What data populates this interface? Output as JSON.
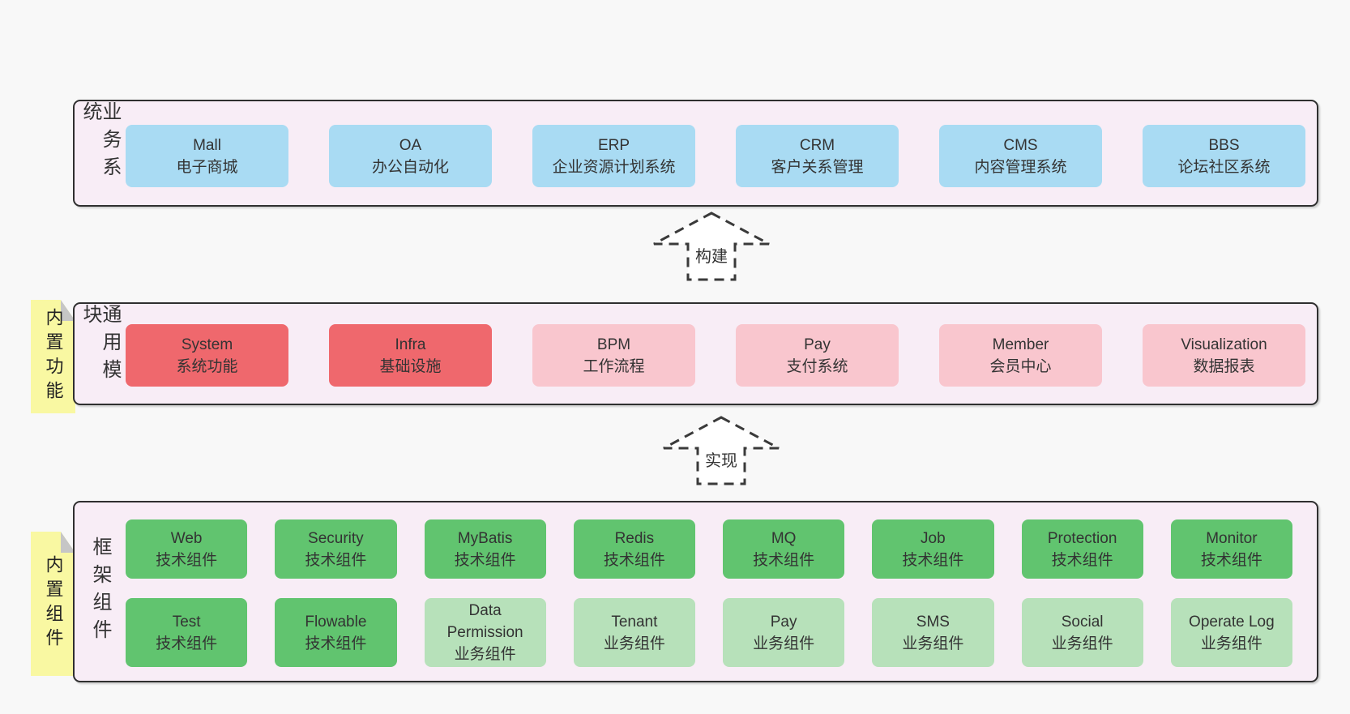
{
  "palette": {
    "page_background": "#f8f8f8",
    "band_fill": "#f8edf6",
    "band_border": "#2f2f2f",
    "blue": "#a9dbf3",
    "red": "#ef686d",
    "pink": "#f9c6ce",
    "green": "#61c46f",
    "light_green": "#b7e1ba",
    "sticky_yellow": "#f9f8a2",
    "sticky_fold": "#c6c6c6",
    "text": "#333333"
  },
  "stickies": [
    {
      "label": "内置功能"
    },
    {
      "label": "内置组件"
    }
  ],
  "arrows": [
    {
      "label": "构建"
    },
    {
      "label": "实现"
    }
  ],
  "layers": [
    {
      "label": "业务系统",
      "rows": [
        [
          {
            "name": "Mall",
            "desc": "电子商城",
            "variant": "blue"
          },
          {
            "name": "OA",
            "desc": "办公自动化",
            "variant": "blue"
          },
          {
            "name": "ERP",
            "desc": "企业资源计划系统",
            "variant": "blue"
          },
          {
            "name": "CRM",
            "desc": "客户关系管理",
            "variant": "blue"
          },
          {
            "name": "CMS",
            "desc": "内容管理系统",
            "variant": "blue"
          },
          {
            "name": "BBS",
            "desc": "论坛社区系统",
            "variant": "blue"
          }
        ]
      ]
    },
    {
      "label": "通用模块",
      "sticky": "内置功能",
      "rows": [
        [
          {
            "name": "System",
            "desc": "系统功能",
            "variant": "red"
          },
          {
            "name": "Infra",
            "desc": "基础设施",
            "variant": "red"
          },
          {
            "name": "BPM",
            "desc": "工作流程",
            "variant": "pink"
          },
          {
            "name": "Pay",
            "desc": "支付系统",
            "variant": "pink"
          },
          {
            "name": "Member",
            "desc": "会员中心",
            "variant": "pink"
          },
          {
            "name": "Visualization",
            "desc": "数据报表",
            "variant": "pink"
          }
        ]
      ]
    },
    {
      "label": "框架组件",
      "sticky": "内置组件",
      "rows": [
        [
          {
            "name": "Web",
            "desc": "技术组件",
            "variant": "green"
          },
          {
            "name": "Security",
            "desc": "技术组件",
            "variant": "green"
          },
          {
            "name": "MyBatis",
            "desc": "技术组件",
            "variant": "green"
          },
          {
            "name": "Redis",
            "desc": "技术组件",
            "variant": "green"
          },
          {
            "name": "MQ",
            "desc": "技术组件",
            "variant": "green"
          },
          {
            "name": "Job",
            "desc": "技术组件",
            "variant": "green"
          },
          {
            "name": "Protection",
            "desc": "技术组件",
            "variant": "green"
          },
          {
            "name": "Monitor",
            "desc": "技术组件",
            "variant": "green"
          }
        ],
        [
          {
            "name": "Test",
            "desc": "技术组件",
            "variant": "green"
          },
          {
            "name": "Flowable",
            "desc": "技术组件",
            "variant": "green"
          },
          {
            "name": "Data Permission",
            "desc": "业务组件",
            "variant": "light_green"
          },
          {
            "name": "Tenant",
            "desc": "业务组件",
            "variant": "light_green"
          },
          {
            "name": "Pay",
            "desc": "业务组件",
            "variant": "light_green"
          },
          {
            "name": "SMS",
            "desc": "业务组件",
            "variant": "light_green"
          },
          {
            "name": "Social",
            "desc": "业务组件",
            "variant": "light_green"
          },
          {
            "name": "Operate Log",
            "desc": "业务组件",
            "variant": "light_green"
          }
        ]
      ]
    }
  ]
}
